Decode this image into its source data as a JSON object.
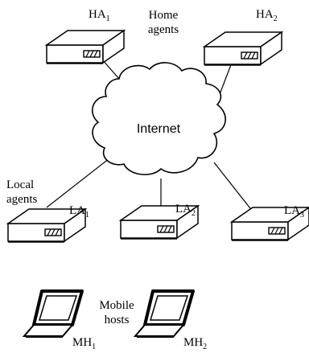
{
  "cloud": {
    "label": "Internet"
  },
  "groups": {
    "home_agents": {
      "line1": "Home",
      "line2": "agents"
    },
    "local_agents": {
      "line1": "Local",
      "line2": "agents"
    },
    "mobile_hosts": {
      "line1": "Mobile",
      "line2": "hosts"
    }
  },
  "devices": {
    "ha1": {
      "base": "HA",
      "sub": "1"
    },
    "ha2": {
      "base": "HA",
      "sub": "2"
    },
    "la1": {
      "base": "LA",
      "sub": "1"
    },
    "la2": {
      "base": "LA",
      "sub": "2"
    },
    "la3": {
      "base": "LA",
      "sub": "3"
    },
    "mh1": {
      "base": "MH",
      "sub": "1"
    },
    "mh2": {
      "base": "MH",
      "sub": "2"
    }
  }
}
